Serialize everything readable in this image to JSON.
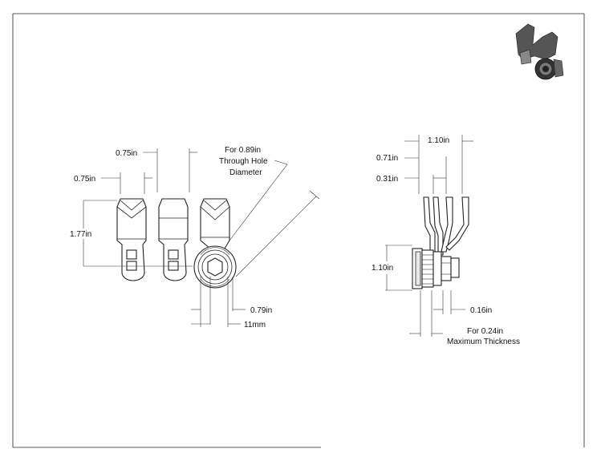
{
  "dimensions": {
    "top_width_1": "0.75in",
    "top_width_2": "0.75in",
    "overall_height": "1.77in",
    "hole_note": [
      "For 0.89in",
      "Through Hole",
      "Diameter"
    ],
    "bottom_1": "0.79in",
    "bottom_2": "11mm",
    "side_overall": "1.10in",
    "side_mid": "0.71in",
    "side_small": "0.31in",
    "side_height": "1.10in",
    "side_bottom": "0.16in",
    "thickness_note": [
      "For 0.24in",
      "Maximum Thickness"
    ]
  },
  "thumbnail": {
    "icon": "cam-lock-isometric-icon"
  }
}
